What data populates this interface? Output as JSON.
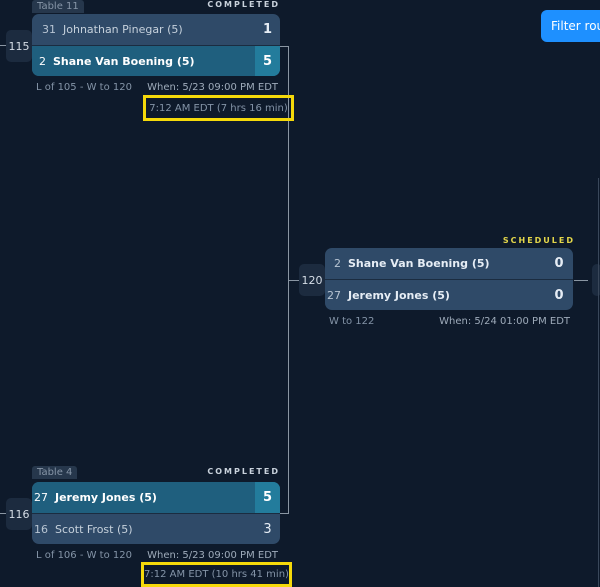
{
  "filter_button": "Filter rou",
  "matches": [
    {
      "id": "115",
      "table": "Table 11",
      "status": "COMPLETED",
      "players": [
        {
          "seed": "31",
          "name": "Johnathan Pinegar (5)",
          "score": "1"
        },
        {
          "seed": "2",
          "name": "Shane Van Boening (5)",
          "score": "5"
        }
      ],
      "route": "L of 105 - W to 120",
      "when": "When: 5/23 09:00 PM EDT",
      "actual": "7:12 AM EDT (7 hrs 16 min)"
    },
    {
      "id": "116",
      "table": "Table 4",
      "status": "COMPLETED",
      "players": [
        {
          "seed": "27",
          "name": "Jeremy Jones (5)",
          "score": "5"
        },
        {
          "seed": "16",
          "name": "Scott Frost (5)",
          "score": "3"
        }
      ],
      "route": "L of 106 - W to 120",
      "when": "When: 5/23 09:00 PM EDT",
      "actual": "7:12 AM EDT (10 hrs 41 min)"
    },
    {
      "id": "120",
      "status": "SCHEDULED",
      "players": [
        {
          "seed": "2",
          "name": "Shane Van Boening (5)",
          "score": "0"
        },
        {
          "seed": "27",
          "name": "Jeremy Jones (5)",
          "score": "0"
        }
      ],
      "route": "W to 122",
      "when": "When: 5/24 01:00 PM EDT"
    }
  ],
  "colors": {
    "completed": "#c9d2dc",
    "scheduled": "#e3d64a",
    "highlight": "#f5d90a",
    "accent": "#1e90ff"
  }
}
